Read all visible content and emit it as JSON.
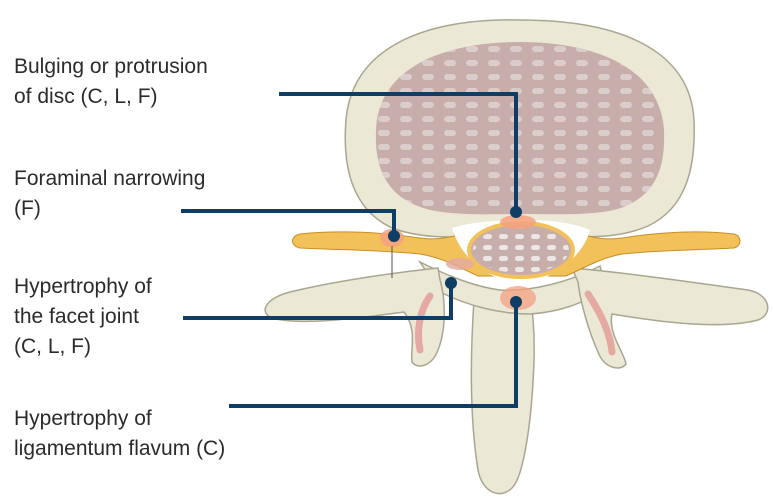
{
  "labels": {
    "bulging": {
      "line1": "Bulging or protrusion",
      "line2": "of disc (C, L, F)"
    },
    "foraminal": {
      "line1": "Foraminal narrowing",
      "line2": "(F)"
    },
    "facet": {
      "line1": "Hypertrophy of",
      "line2": "the facet joint",
      "line3": "(C, L, F)"
    },
    "ligamentum": {
      "line1": "Hypertrophy of",
      "line2": "ligamentum flavum (C)"
    }
  },
  "colors": {
    "leader_line": "#0e3d66",
    "bone": "#ebe8d6",
    "bone_outline": "#a9a690",
    "disc": "#c8aeab",
    "disc_dots": "#ddd0ce",
    "nerve": "#f2c15a",
    "nerve_outline": "#c98e25",
    "highlight": "#f4a07f",
    "facet_cartilage": "#e4a9a1"
  }
}
